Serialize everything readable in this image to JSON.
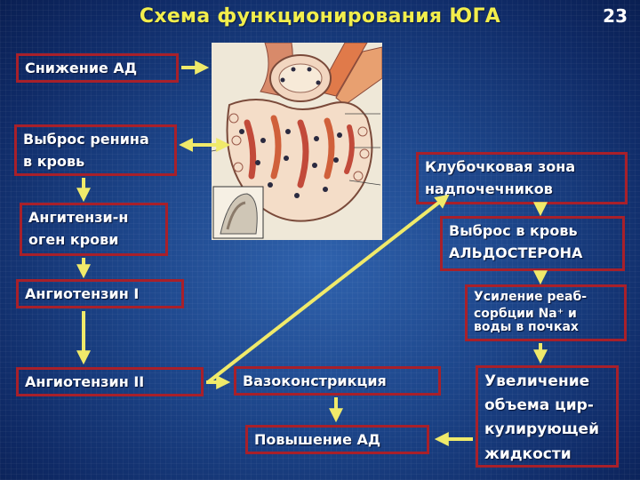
{
  "title": "Схема функционирования ЮГА",
  "page_number": "23",
  "boxes": {
    "bp_decrease": [
      "Снижение АД"
    ],
    "renin_release": [
      "Выброс ренина",
      "в кровь"
    ],
    "angiotensinogen": [
      "Ангитензи-н",
      "оген крови"
    ],
    "angiotensin1": [
      "Ангиотензин I"
    ],
    "angiotensin2": [
      "Ангиотензин II"
    ],
    "vasoconstriction": [
      "Вазоконстрикция"
    ],
    "bp_increase": [
      "Повышение АД"
    ],
    "adrenal_zone": [
      "Клубочковая зона",
      "надпочечников"
    ],
    "aldosterone": [
      "Выброс в кровь",
      "АЛЬДОСТЕРОНА"
    ],
    "reabsorption": [
      "Усиление реаб-",
      "сорбции Na⁺ и",
      "воды в почках"
    ],
    "fluid_volume": [
      "Увеличение",
      "объема цир-",
      "кулирующей",
      "жидкости"
    ]
  },
  "colors": {
    "title": "#f2ee4c",
    "box_border": "#a8202a",
    "arrow": "#f0ea6a",
    "background": "#1c4488"
  }
}
